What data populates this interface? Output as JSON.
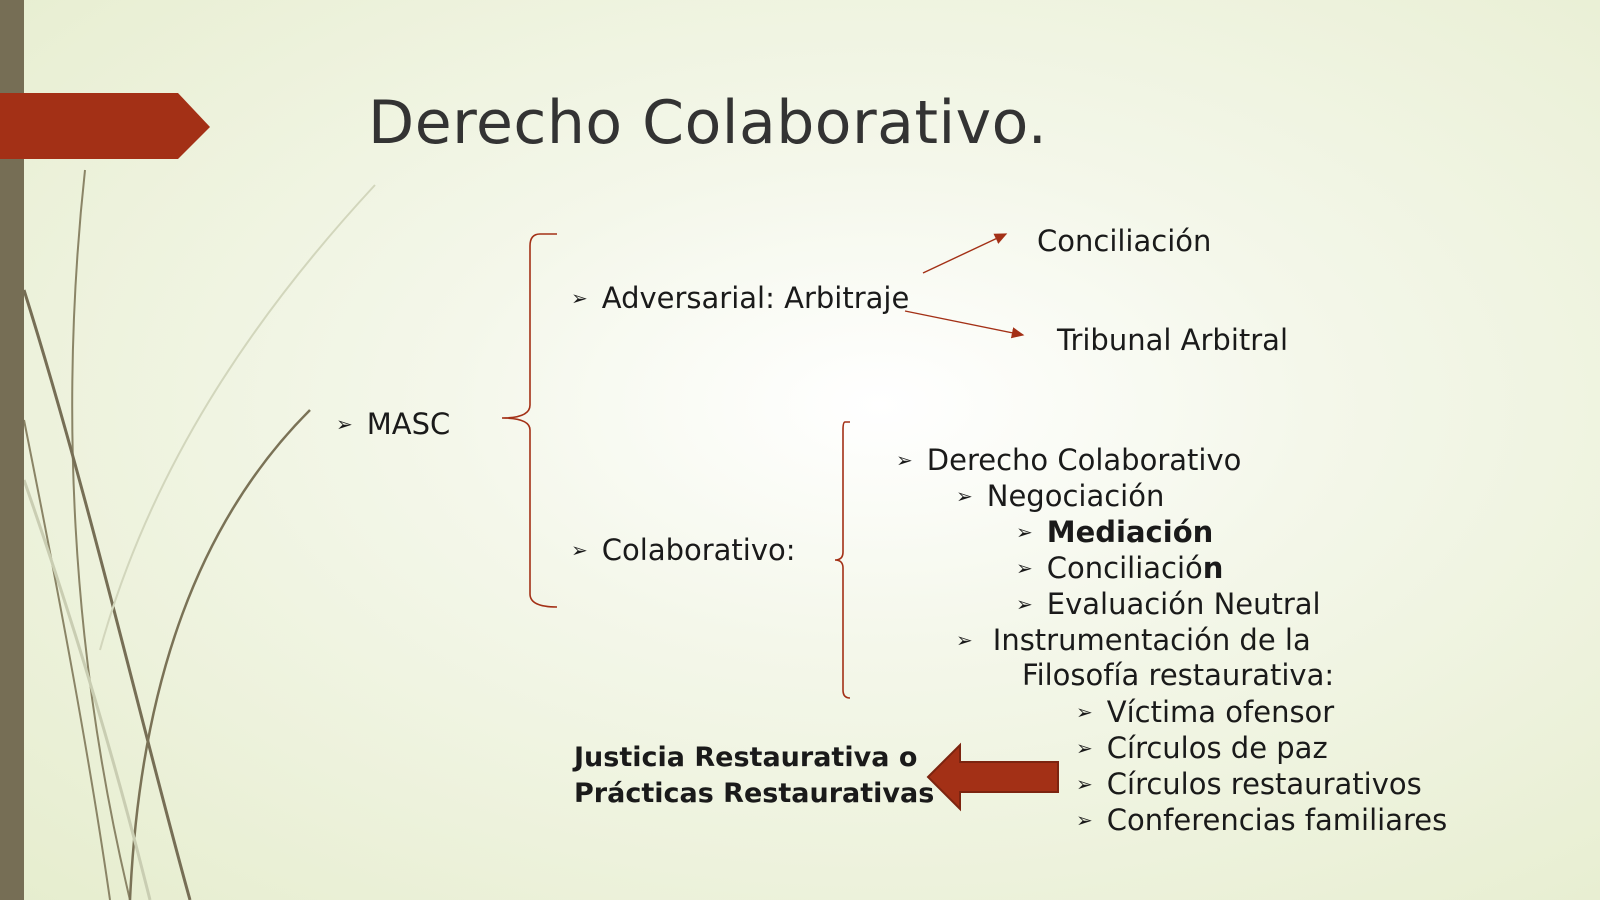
{
  "title": "Derecho Colaborativo.",
  "nodes": {
    "masc": "MASC",
    "adversarial": "Adversarial: Arbitraje",
    "conciliacion_top": "Conciliación",
    "tribunal": "Tribunal Arbitral",
    "colaborativo": "Colaborativo:",
    "derecho_colaborativo": "Derecho Colaborativo",
    "negociacion": "Negociación",
    "mediacion": "Mediación",
    "conciliacion_pre": "Conciliació",
    "conciliacion_bold_tail": "n",
    "evaluacion": "Evaluación Neutral",
    "instrumentacion_1": "Instrumentación de la",
    "instrumentacion_2": "Filosofía  restaurativa:",
    "victima": "Víctima ofensor",
    "circulos_paz": "Círculos de paz",
    "circulos_rest": "Círculos restaurativos",
    "conferencias": "Conferencias familiares"
  },
  "callout": {
    "line1": "Justicia Restaurativa o",
    "line2": "Prácticas Restaurativas"
  },
  "bullet_glyph": "➢",
  "colors": {
    "accent": "#a33016",
    "side_bar": "#766e55",
    "line": "#a33016",
    "text": "#1a1a1a"
  }
}
